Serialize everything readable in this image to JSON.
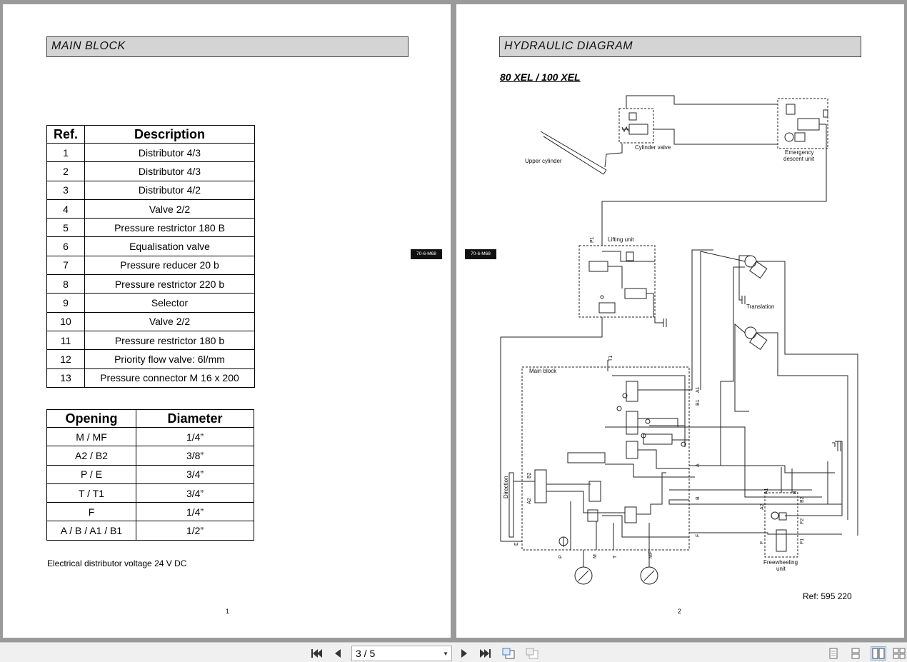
{
  "left_page": {
    "title": "MAIN BLOCK",
    "ref_table": {
      "headers": [
        "Ref.",
        "Description"
      ],
      "rows": [
        [
          "1",
          "Distributor 4/3"
        ],
        [
          "2",
          "Distributor 4/3"
        ],
        [
          "3",
          "Distributor 4/2"
        ],
        [
          "4",
          "Valve 2/2"
        ],
        [
          "5",
          "Pressure restrictor 180 B"
        ],
        [
          "6",
          "Equalisation valve"
        ],
        [
          "7",
          "Pressure reducer 20 b"
        ],
        [
          "8",
          "Pressure restrictor 220 b"
        ],
        [
          "9",
          "Selector"
        ],
        [
          "10",
          "Valve 2/2"
        ],
        [
          "11",
          "Pressure restrictor 180 b"
        ],
        [
          "12",
          "Priority flow valve: 6l/mm"
        ],
        [
          "13",
          "Pressure connector M 16 x 200"
        ]
      ]
    },
    "opening_table": {
      "headers": [
        "Opening",
        "Diameter"
      ],
      "rows": [
        [
          "M / MF",
          "1/4”"
        ],
        [
          "A2 / B2",
          "3/8”"
        ],
        [
          "P / E",
          "3/4”"
        ],
        [
          "T / T1",
          "3/4”"
        ],
        [
          "F",
          "1/4”"
        ],
        [
          "A / B / A1 / B1",
          "1/2”"
        ]
      ]
    },
    "note": "Electrical distributor voltage 24 V DC",
    "page_number": "1",
    "doc_tag": "70-6-M68"
  },
  "right_page": {
    "title": "HYDRAULIC DIAGRAM",
    "model": "80 XEL / 100 XEL",
    "page_number": "2",
    "doc_tag": "70-6-M68",
    "ref": "Ref: 595 220",
    "diagram_labels": {
      "upper_cylinder": "Upper cylinder",
      "cylinder_valve": "Cylinder valve",
      "emergency_1": "Emergency",
      "emergency_2": "descent unit",
      "lifting_unit": "Lifting unit",
      "translation": "Translation",
      "main_block": "Main block",
      "direction": "Direction",
      "freewheeling_1": "Freewheeling",
      "freewheeling_2": "unit",
      "p1": "P1",
      "t1": "T1",
      "a1": "A1",
      "b1": "B1",
      "a": "A",
      "b": "B",
      "f": "F",
      "e": "E",
      "p": "P",
      "m": "M",
      "t": "T",
      "mf": "MF",
      "a2": "A2",
      "b2": "B2",
      "f1": "F1",
      "f2": "F2"
    }
  },
  "toolbar": {
    "page_indicator": "3 / 5",
    "icons": [
      "first-page-icon",
      "prev-page-icon",
      "next-page-icon",
      "last-page-icon",
      "rotate-icon",
      "copy-icon",
      "single-page-icon",
      "continuous-icon",
      "two-page-icon",
      "two-page-continuous-icon"
    ]
  }
}
